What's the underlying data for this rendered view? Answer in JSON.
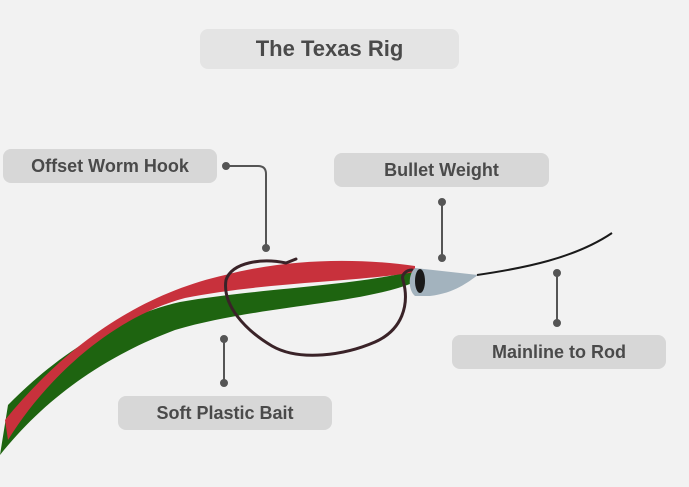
{
  "title": "The Texas Rig",
  "labels": {
    "hook": "Offset Worm Hook",
    "weight": "Bullet Weight",
    "mainline": "Mainline to Rod",
    "bait": "Soft Plastic Bait"
  },
  "colors": {
    "background": "#f2f2f2",
    "label_pill": "#d7d7d7",
    "label_text": "#4a4a4a",
    "bait_top": "#c8313c",
    "bait_bottom": "#1e6410",
    "hook": "#3a2328",
    "weight": "#a3b3be",
    "mainline": "#1a1a1a",
    "leader_line": "#555555"
  }
}
